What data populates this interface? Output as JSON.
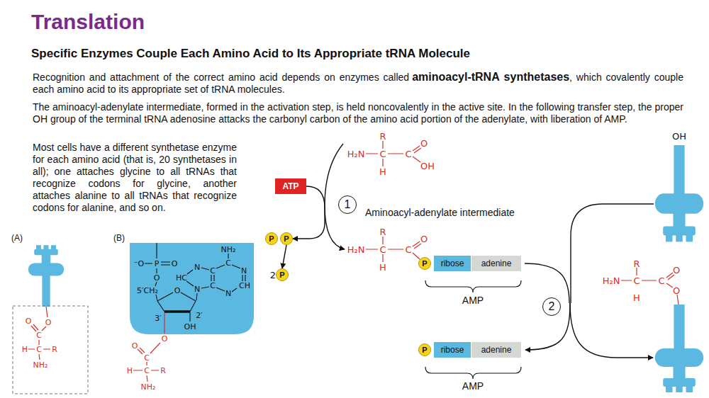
{
  "diagram": {
    "title": "Translation",
    "nodes": [
      {
        "text": [
          "ATP"
        ]
      },
      {
        "text": [
          "P"
        ]
      },
      {
        "text": [
          "P"
        ]
      },
      {
        "text": [
          "P"
        ]
      },
      {
        "text": [
          "P"
        ]
      },
      {
        "text": [
          "ribose"
        ]
      },
      {
        "text": [
          "adenine"
        ]
      },
      {
        "text": [
          "P"
        ]
      },
      {
        "text": [
          "ribose"
        ]
      },
      {
        "text": [
          "adenine"
        ]
      },
      {
        "text": [
          "1"
        ]
      },
      {
        "text": [
          "2"
        ]
      }
    ],
    "edges": [
      {
        "from": 0,
        "to": 2,
        "arrow": "to"
      },
      {
        "from": 2,
        "to": 3,
        "arrow": "to"
      }
    ],
    "labels": [
      "Specific Enzymes Couple Each Amino Acid to Its Appropriate tRNA Molecule",
      "Recognition and attachment of the correct amino acid depends on enzymes called",
      "aminoacyl-tRNA synthetases",
      ", which covalently couple each amino acid to its appropriate set of tRNA molecules.",
      "The aminoacyl-adenylate intermediate, formed in the activation step, is held noncovalently in the active site. In the following transfer step, the proper OH group of the terminal tRNA adenosine attacks the carbonyl carbon of the amino acid portion of the adenylate, with liberation of AMP.",
      "Most cells have a different synthetase enzyme for each amino acid (that is, 20 synthetases in all); one attaches glycine to all tRNAs that recognize codons for glycine, another attaches alanine to all tRNAs that recognize codons for alanine, and so on.",
      "(A)",
      "(B)",
      "O",
      "O",
      "C",
      "H",
      "C",
      "R",
      "NH₂",
      "⁻O",
      "P",
      "O",
      "O",
      "5′CH₂",
      "O",
      "3′",
      "2′",
      "OH",
      "NH₂",
      "C",
      "N",
      "CH",
      "N",
      "C",
      "C",
      "N",
      "HC",
      "N",
      "O",
      "O",
      "C",
      "H",
      "C",
      "R",
      "NH₂",
      "R",
      "H₂N",
      "C",
      "C",
      "O",
      "OH",
      "H",
      "2",
      "Aminoacyl-adenylate intermediate",
      "R",
      "H₂N",
      "C",
      "C",
      "O",
      "H",
      "AMP",
      "OH",
      "R",
      "H₂N",
      "C",
      "C",
      "O",
      "O",
      "H",
      "AMP"
    ]
  }
}
